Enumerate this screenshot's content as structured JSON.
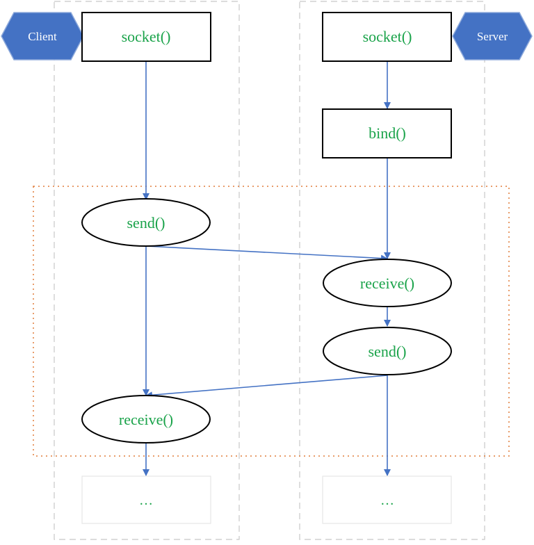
{
  "diagram": {
    "client": {
      "tag": "Client",
      "nodes": {
        "socket": "socket()",
        "send": "send()",
        "receive": "receive()",
        "continuation": "…"
      }
    },
    "server": {
      "tag": "Server",
      "nodes": {
        "socket": "socket()",
        "bind": "bind()",
        "receive": "receive()",
        "send": "send()",
        "continuation": "…"
      }
    }
  },
  "colors": {
    "node_text": "#1aa34a",
    "arrow": "#4472c4",
    "tag_fill": "#4472c4",
    "tag_text": "#ffffff",
    "lane_border": "#c8c8c8",
    "loop_border": "#e07b39",
    "shape_border": "#000000"
  }
}
